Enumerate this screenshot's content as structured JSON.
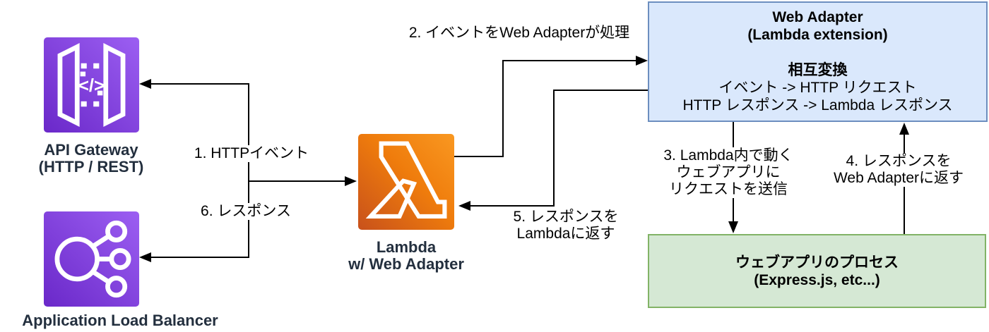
{
  "nodes": {
    "api_gateway": {
      "icon": "api-gateway-icon",
      "glyph": "</>",
      "label_line1": "API Gateway",
      "label_line2": "(HTTP / REST)"
    },
    "load_balancer": {
      "icon": "load-balancer-icon",
      "label": "Application Load Balancer"
    },
    "lambda": {
      "icon": "lambda-icon",
      "label_line1": "Lambda",
      "label_line2": "w/ Web Adapter"
    },
    "web_adapter_box": {
      "title_line1": "Web Adapter",
      "title_line2": "(Lambda extension)",
      "subtitle": "相互変換",
      "conversion_line1": "イベント -> HTTP リクエスト",
      "conversion_line2": "HTTP レスポンス -> Lambda レスポンス",
      "fill": "#dae8fc",
      "border": "#6c8ebf"
    },
    "web_app_box": {
      "title_line1": "ウェブアプリのプロセス",
      "title_line2": "(Express.js, etc...)",
      "fill": "#d5e8d4",
      "border": "#82b366"
    }
  },
  "steps": {
    "step1": "1. HTTPイベント",
    "step2": "2. イベントをWeb Adapterが処理",
    "step3_line1": "3. Lambda内で動く",
    "step3_line2": "ウェブアプリに",
    "step3_line3": "リクエストを送信",
    "step4_line1": "4. レスポンスを",
    "step4_line2": "Web Adapterに返す",
    "step5_line1": "5. レスポンスを",
    "step5_line2": "Lambdaに返す",
    "step6": "6. レスポンス"
  },
  "colors": {
    "arrow": "#000000",
    "caption_text": "#232F3E",
    "aws_purple_dark": "#6a28c9",
    "aws_purple_light": "#9c5ff2",
    "aws_orange_dark": "#c8511b",
    "aws_orange_light": "#f99821",
    "background": "#ffffff"
  }
}
